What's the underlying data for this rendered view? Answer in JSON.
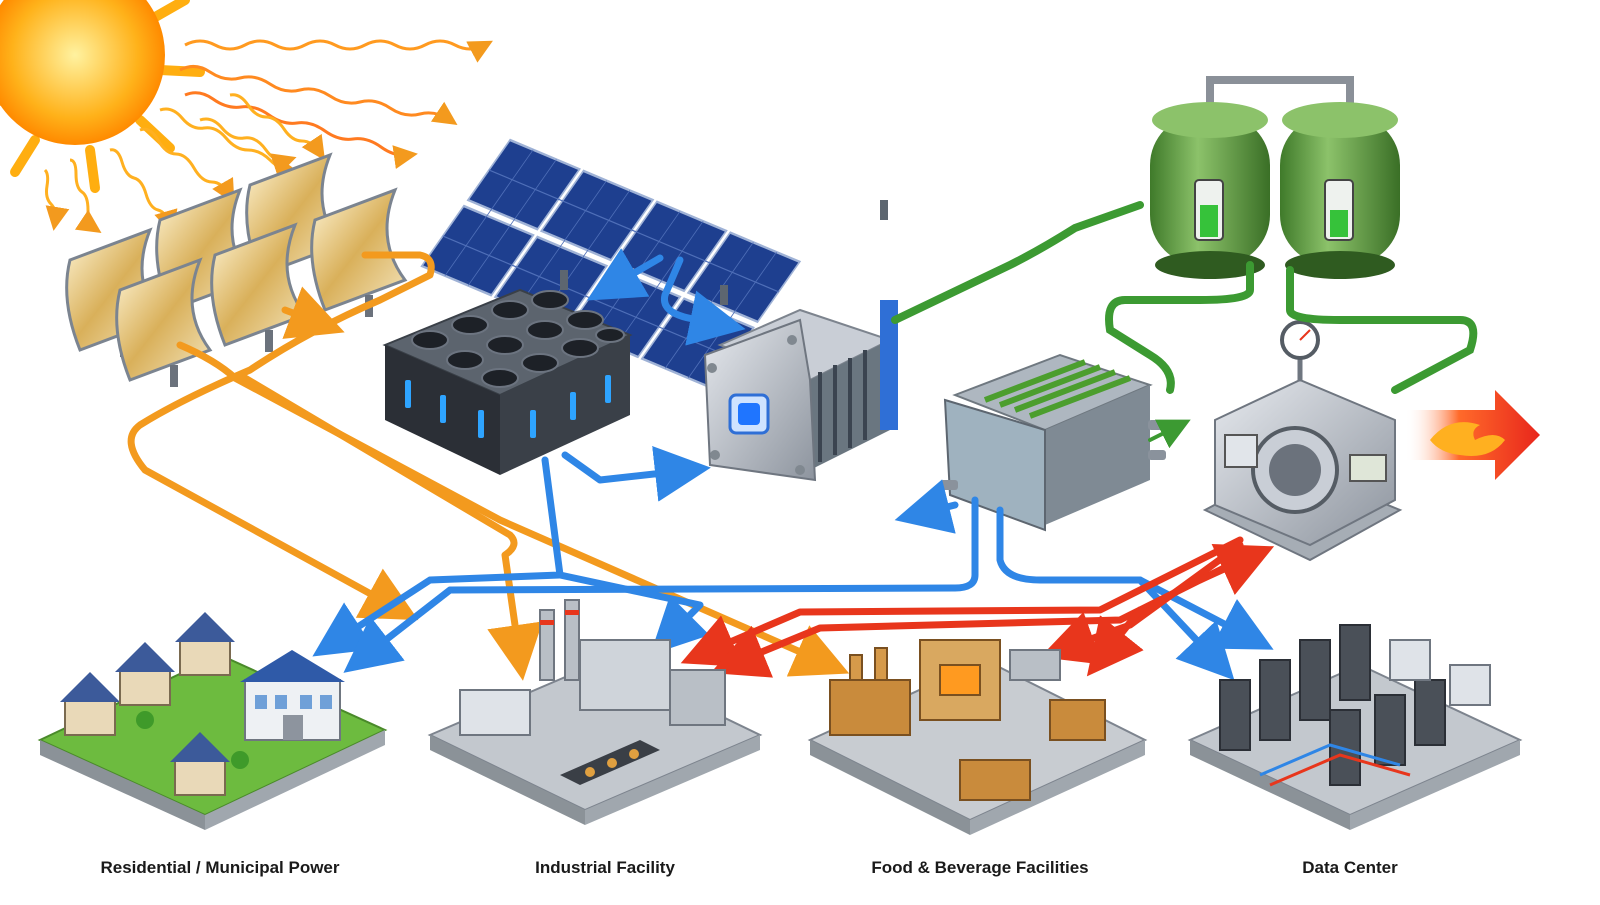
{
  "colors": {
    "solar_thermal_heat": "#f39a1e",
    "electricity": "#2f86e6",
    "hydrogen": "#3c9a32",
    "high_temperature_heat": "#e8361c",
    "sun": "#ffb21a",
    "panel": "#1e3f8f",
    "tank": "#5a9a3e"
  },
  "icons": [
    "sun-icon",
    "parabolic-trough-collector-icon",
    "solar-pv-array-icon",
    "battery-storage-icon",
    "electrolyzer-icon",
    "hydrogen-tanks-icon",
    "fuel-cell-icon",
    "hydrogen-burner-turbine-icon",
    "flame-icon"
  ],
  "sinks": {
    "residential": "Residential / Municipal Power",
    "industrial": "Industrial Facility",
    "food": "Food & Beverage Facilities",
    "datacenter": "Data Center"
  }
}
